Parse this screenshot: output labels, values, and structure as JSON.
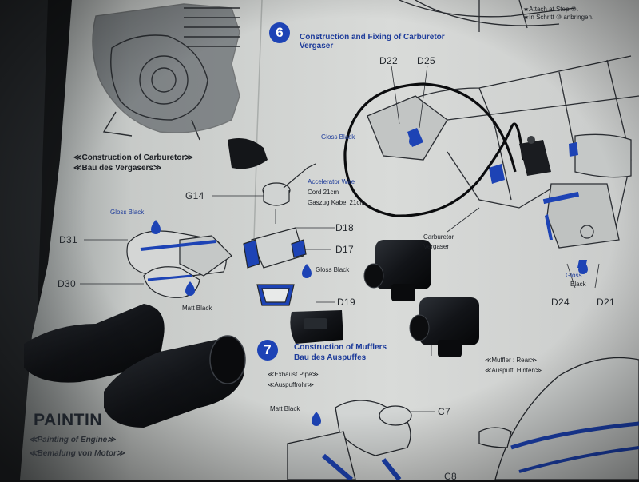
{
  "manual": {
    "attach_note_1": "★Attach at Step ⑩.",
    "attach_note_2": "★In Schritt ⑩ anbringen.",
    "step6": {
      "number": "6",
      "title_en": "Construction and Fixing of Carburetor",
      "title_de": "Vergaser"
    },
    "carb_section": {
      "title_en": "≪Construction of Carburetor≫",
      "title_de": "≪Bau des Vergasers≫"
    },
    "parts": {
      "d22": "D22",
      "d25": "D25",
      "g14": "G14",
      "d18": "D18",
      "d17": "D17",
      "d19": "D19",
      "d31": "D31",
      "d30": "D30",
      "d24": "D24",
      "d21": "D21",
      "c7": "C7",
      "c8": "C8"
    },
    "callouts": {
      "gloss_black_top": "Gloss Black",
      "gloss_black_left": "Gloss Black",
      "gloss_black_mid": "Gloss Black",
      "gloss_black_right_1": "Gloss",
      "gloss_black_right_2": "Black",
      "matt_black_mid": "Matt Black",
      "matt_black_bottom": "Matt Black",
      "accel_1": "Accelerator Wire",
      "accel_2": "Cord 21cm",
      "accel_3": "Gaszug Kabel 21cm",
      "carb_en": "Carburetor",
      "carb_de": "Vergaser"
    },
    "step7": {
      "number": "7",
      "title_en": "Construction of Mufflers",
      "title_de": "Bau des Auspuffes",
      "exhaust_en": "≪Exhaust Pipe≫",
      "exhaust_de": "≪Auspuffrohr≫",
      "muffler_en": "≪Muffler : Rear≫",
      "muffler_de": "≪Auspuff: Hinten≫"
    },
    "painting": {
      "title": "PAINTIN",
      "sub_en": "≪Painting of Engine≫",
      "sub_de": "≪Bemalung von Motor≫"
    }
  },
  "colors": {
    "paper": "#d6d8d6",
    "ink": "#1c1f24",
    "accent_blue": "#1d43b5",
    "plastic_part": "#14161a"
  }
}
